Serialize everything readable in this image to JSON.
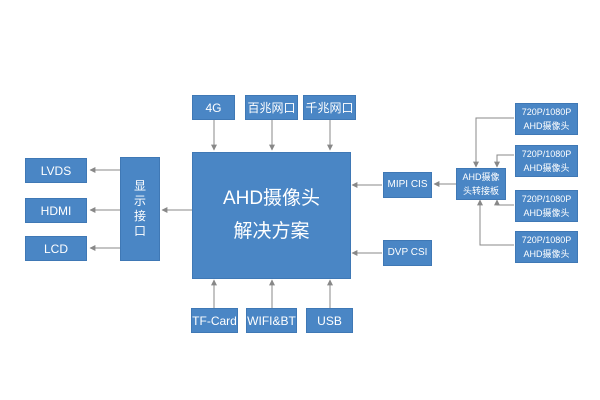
{
  "core": {
    "line1": "AHD摄像头",
    "line2": "解决方案"
  },
  "top_inputs": [
    "4G",
    "百兆网口",
    "千兆网口"
  ],
  "bottom_inputs": [
    "TF-Card",
    "WIFI&BT",
    "USB"
  ],
  "display_interface": [
    "显",
    "示",
    "接",
    "口"
  ],
  "outputs": [
    "LVDS",
    "HDMI",
    "LCD"
  ],
  "right_inputs": [
    "MIPI CIS",
    "DVP CSI"
  ],
  "adapter": {
    "line1": "AHD摄像",
    "line2": "头转接板"
  },
  "cameras": [
    {
      "line1": "720P/1080P",
      "line2": "AHD摄像头"
    },
    {
      "line1": "720P/1080P",
      "line2": "AHD摄像头"
    },
    {
      "line1": "720P/1080P",
      "line2": "AHD摄像头"
    },
    {
      "line1": "720P/1080P",
      "line2": "AHD摄像头"
    }
  ],
  "colors": {
    "box": "#4a86c5",
    "line": "#888888"
  }
}
